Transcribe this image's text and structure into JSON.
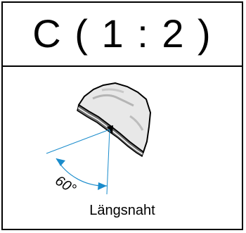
{
  "title": "C ( 1 : 2 )",
  "angle_label": "60°",
  "angle_value_deg": 60,
  "caption": "Längsnaht",
  "colors": {
    "line": "#000000",
    "dimension": "#1a8ccc",
    "part_fill": "#e6e6e6",
    "part_shadow": "#9a9a9a"
  }
}
